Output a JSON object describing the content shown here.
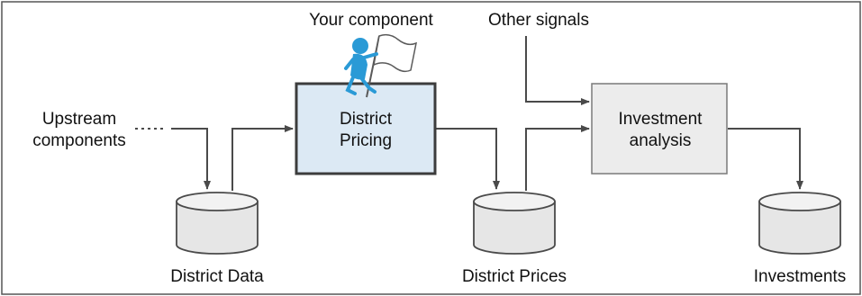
{
  "labels": {
    "your_component": "Your component",
    "other_signals": "Other signals",
    "upstream_line1": "Upstream",
    "upstream_line2": "components",
    "district_pricing_line1": "District",
    "district_pricing_line2": "Pricing",
    "investment_line1": "Investment",
    "investment_line2": "analysis",
    "district_data": "District Data",
    "district_prices": "District Prices",
    "investments": "Investments"
  },
  "colors": {
    "pricing_fill": "#dce9f4",
    "analysis_fill": "#ececec",
    "db_fill": "#e6e6e6",
    "stroke": "#4a4a4a",
    "figure": "#2a9ad6"
  },
  "icons": {
    "figure": "person-with-flag-icon"
  }
}
